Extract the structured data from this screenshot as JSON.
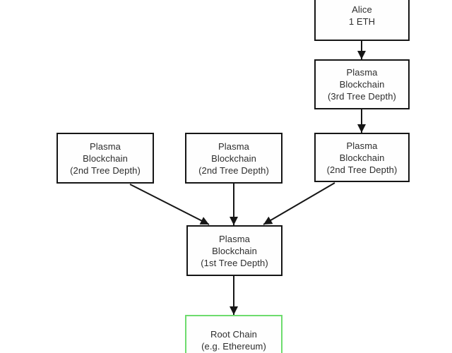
{
  "diagram": {
    "title": "Plasma blockchain tree diagram",
    "colors": {
      "background": "#ffffff",
      "box_border": "#161616",
      "root_chain_border": "#6edc6e",
      "text": "#2d2d2d",
      "arrow": "#161616"
    },
    "nodes": {
      "alice": {
        "lines": [
          "Alice",
          "1 ETH"
        ]
      },
      "plasma_3rd": {
        "lines": [
          "Plasma",
          "Blockchain",
          "(3rd Tree Depth)"
        ]
      },
      "plasma_2nd_left": {
        "lines": [
          "Plasma",
          "Blockchain",
          "(2nd Tree Depth)"
        ]
      },
      "plasma_2nd_mid": {
        "lines": [
          "Plasma",
          "Blockchain",
          "(2nd Tree Depth)"
        ]
      },
      "plasma_2nd_right": {
        "lines": [
          "Plasma",
          "Blockchain",
          "(2nd Tree Depth)"
        ]
      },
      "plasma_1st": {
        "lines": [
          "Plasma",
          "Blockchain",
          "(1st Tree Depth)"
        ]
      },
      "root_chain": {
        "lines": [
          "Root Chain",
          "(e.g. Ethereum)"
        ]
      }
    },
    "edges": [
      {
        "from": "alice",
        "to": "plasma_3rd"
      },
      {
        "from": "plasma_3rd",
        "to": "plasma_2nd_right"
      },
      {
        "from": "plasma_2nd_left",
        "to": "plasma_1st"
      },
      {
        "from": "plasma_2nd_mid",
        "to": "plasma_1st"
      },
      {
        "from": "plasma_2nd_right",
        "to": "plasma_1st"
      },
      {
        "from": "plasma_1st",
        "to": "root_chain"
      }
    ]
  }
}
